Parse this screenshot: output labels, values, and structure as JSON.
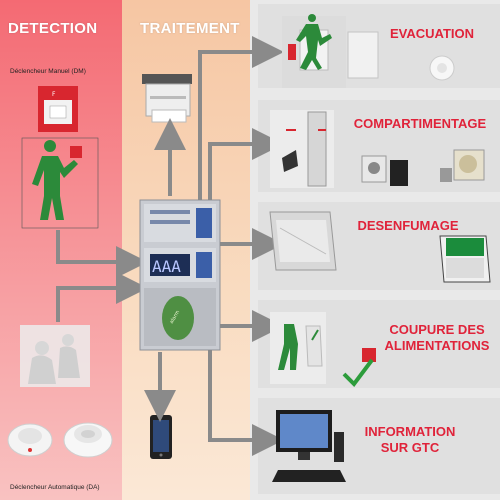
{
  "headers": {
    "detection": "DETECTION",
    "traitement": "TRAITEMENT"
  },
  "detection": {
    "manual_label": "Déclencheur Manuel (DM)",
    "auto_label": "Déclencheur Automatique (DA)"
  },
  "actions": [
    {
      "title": "EVACUATION"
    },
    {
      "title": "COMPARTIMENTAGE"
    },
    {
      "title": "DESENFUMAGE"
    },
    {
      "title": "COUPURE DES ALIMENTATIONS"
    },
    {
      "title": "INFORMATION SUR GTC"
    }
  ],
  "colors": {
    "detection_bg": "#f46a73",
    "traitement_bg": "#f6c6a3",
    "action_text": "#e0233a",
    "arrow": "#8a8a8a",
    "panel_display": "#3b5fa8"
  }
}
